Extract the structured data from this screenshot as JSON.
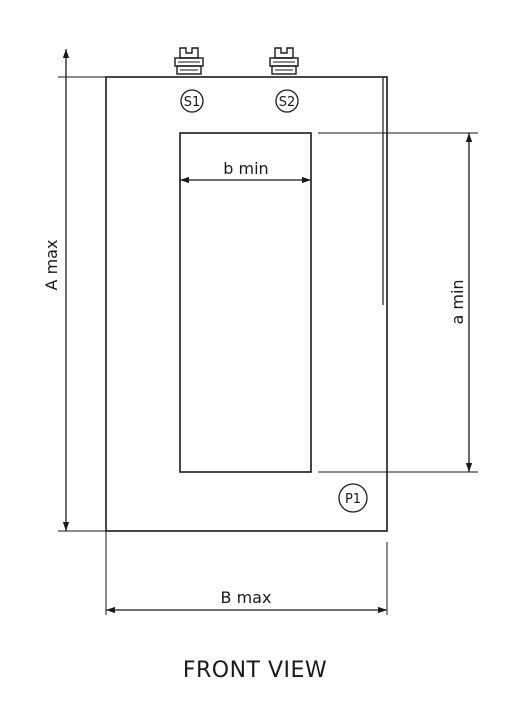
{
  "caption": "FRONT VIEW",
  "dimensions": {
    "outer_height": "A max",
    "outer_width": "B max",
    "window_height": "a min",
    "window_width": "b min"
  },
  "terminals": {
    "s1": "S1",
    "s2": "S2",
    "p1": "P1"
  }
}
